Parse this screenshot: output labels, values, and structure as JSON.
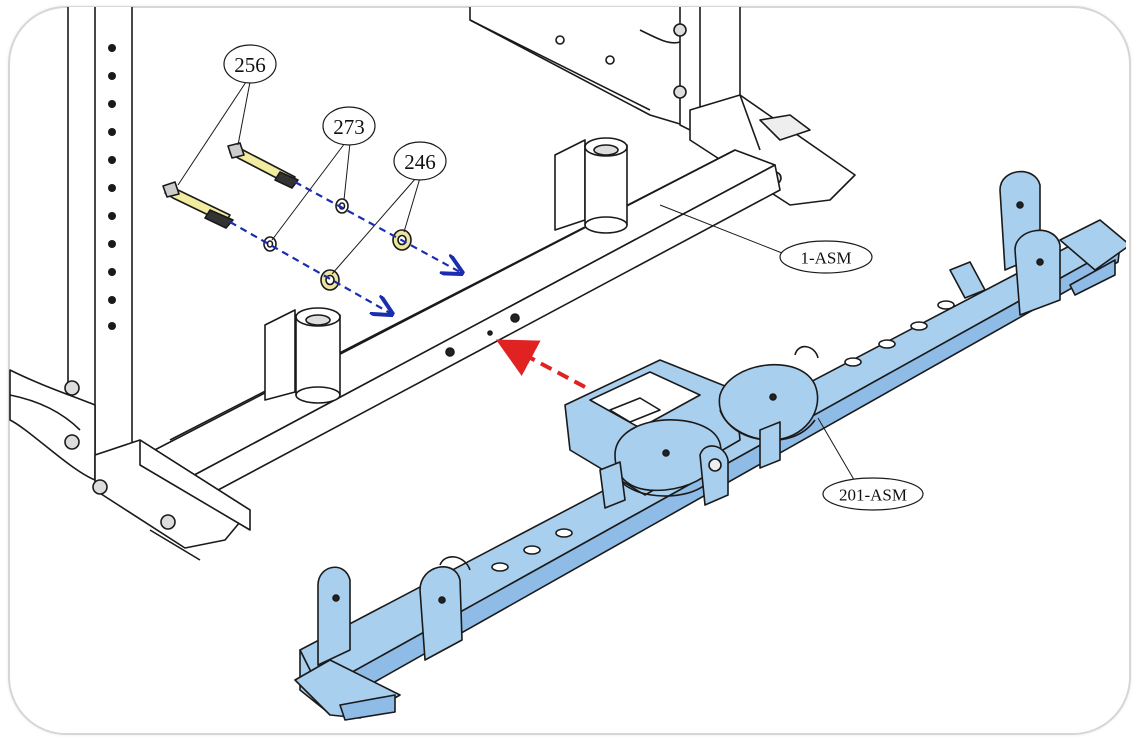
{
  "figure": {
    "callouts": {
      "part_256": "256",
      "part_273": "273",
      "part_246": "246"
    },
    "labels": {
      "frame_assembly": "1-ASM",
      "base_assembly": "201-ASM"
    },
    "colors": {
      "part_fill": "#a9cfee",
      "line": "#1a1a1a",
      "bolt_fill": "#f1ec9f",
      "washer_fill": "#ece6a0",
      "bolt_path_arrow": "#1a2db0",
      "insert_arrow": "#e02222"
    }
  }
}
